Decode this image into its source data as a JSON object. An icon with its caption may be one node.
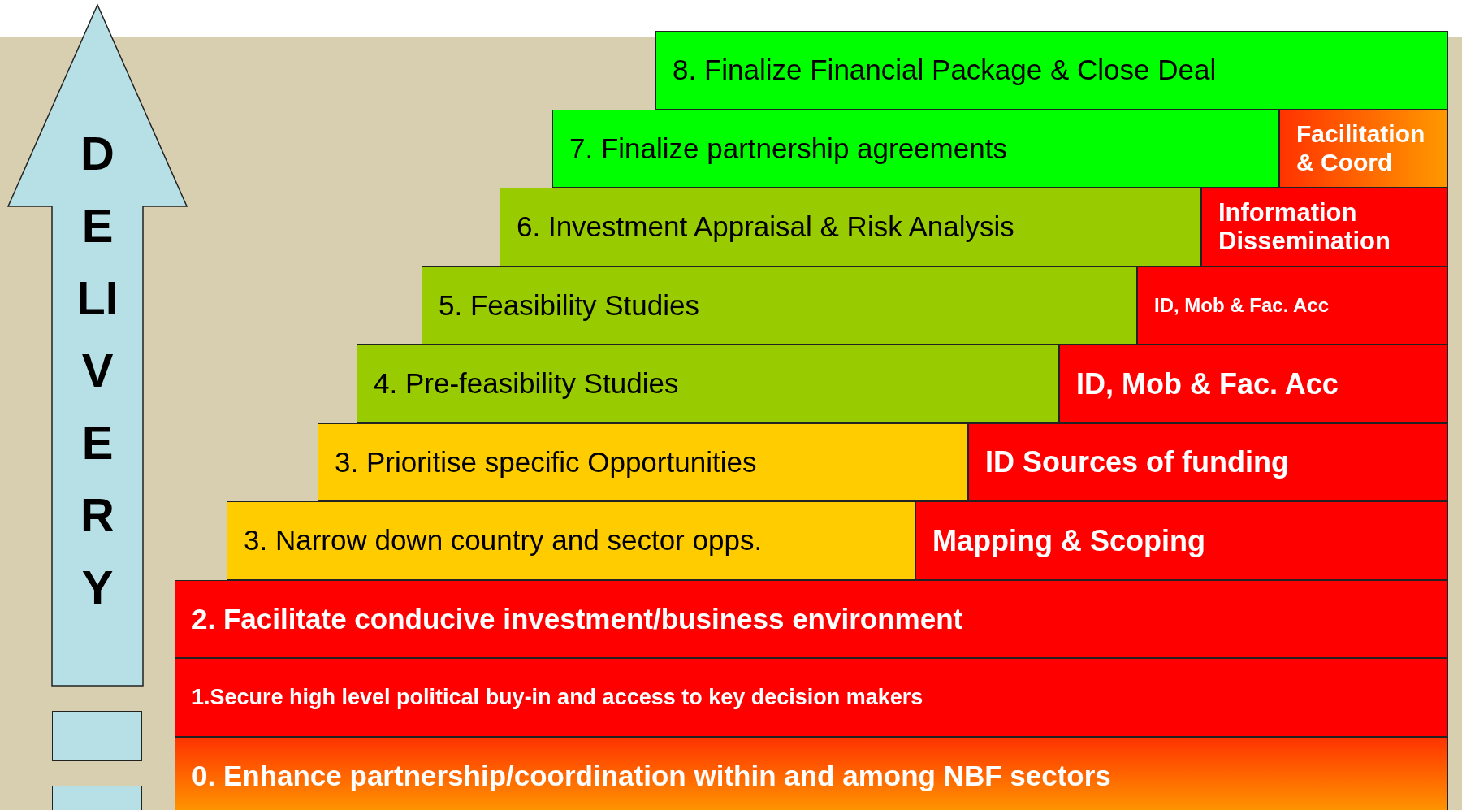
{
  "diagram": {
    "nodes": [
      {
        "text": [
          "DELIVERY"
        ]
      },
      {
        "text": [
          "8. Finalize Financial Package & Close Deal"
        ]
      },
      {
        "text": [
          "7. Finalize partnership agreements"
        ]
      },
      {
        "text": [
          "Facilitation & Coord"
        ]
      },
      {
        "text": [
          "6. Investment Appraisal & Risk Analysis"
        ]
      },
      {
        "text": [
          "Information Dissemination"
        ]
      },
      {
        "text": [
          "5. Feasibility Studies"
        ]
      },
      {
        "text": [
          "ID, Mob & Fac. Acc"
        ]
      },
      {
        "text": [
          "4. Pre-feasibility Studies"
        ]
      },
      {
        "text": [
          "ID, Mob & Fac. Acc"
        ]
      },
      {
        "text": [
          "3. Prioritise specific Opportunities"
        ]
      },
      {
        "text": [
          "ID Sources of funding"
        ]
      },
      {
        "text": [
          "3. Narrow down country and sector opps."
        ]
      },
      {
        "text": [
          "Mapping & Scoping"
        ]
      },
      {
        "text": [
          "2. Facilitate conducive investment/business environment"
        ]
      },
      {
        "text": [
          "1.Secure high level political buy-in and access to key decision makers"
        ]
      },
      {
        "text": [
          "0. Enhance partnership/coordination within and among NBF sectors"
        ]
      },
      {
        "text": [],
        "shape": "box"
      },
      {
        "text": [],
        "shape": "box"
      }
    ]
  }
}
